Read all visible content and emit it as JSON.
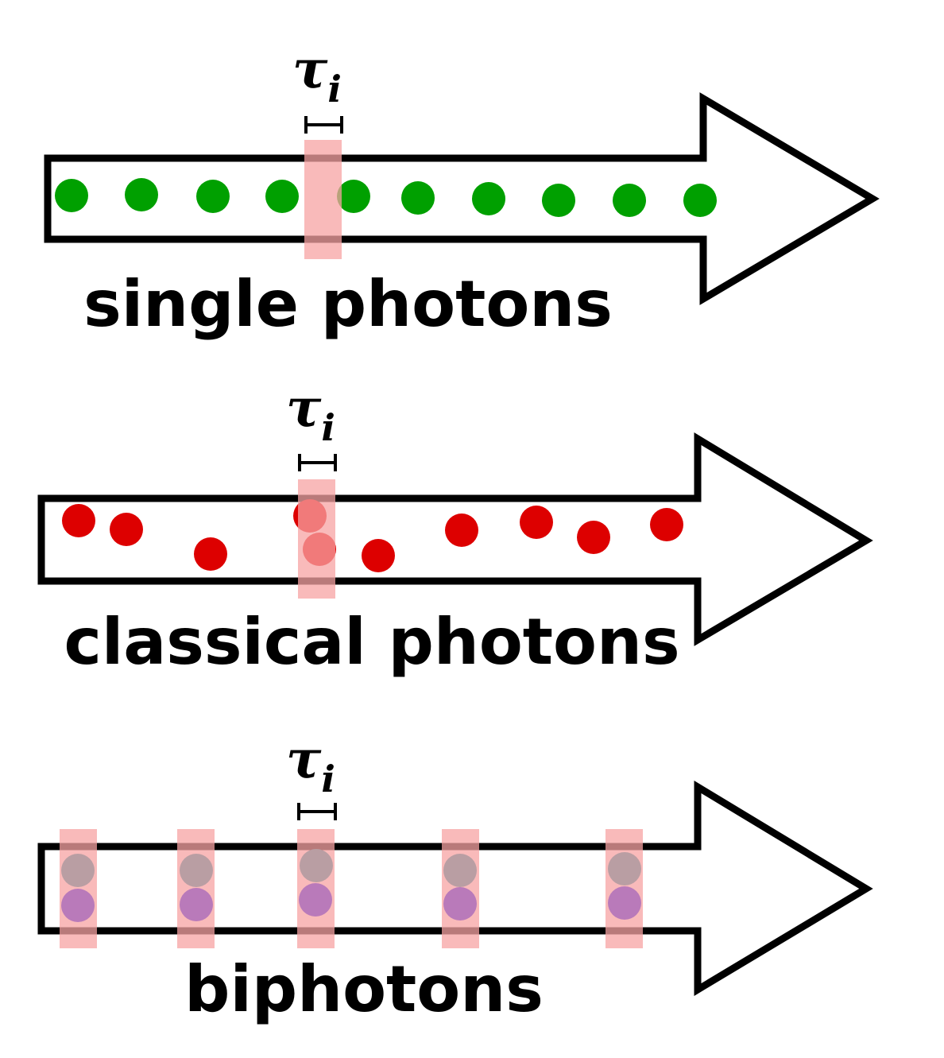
{
  "colors": {
    "outline": "#000000",
    "window_fill": "#f7a3a3",
    "single_photon": "#00a000",
    "classical_photon": "#dd0000",
    "biphoton_top": "#008fa3",
    "biphoton_bottom": "#0000ff"
  },
  "panels": [
    {
      "id": "single",
      "label": "single photons",
      "tau_symbol": "τ",
      "tau_subscript": "i"
    },
    {
      "id": "classical",
      "label": "classical photons",
      "tau_symbol": "τ",
      "tau_subscript": "i"
    },
    {
      "id": "biphoton",
      "label": "biphotons",
      "tau_symbol": "τ",
      "tau_subscript": "i"
    }
  ]
}
